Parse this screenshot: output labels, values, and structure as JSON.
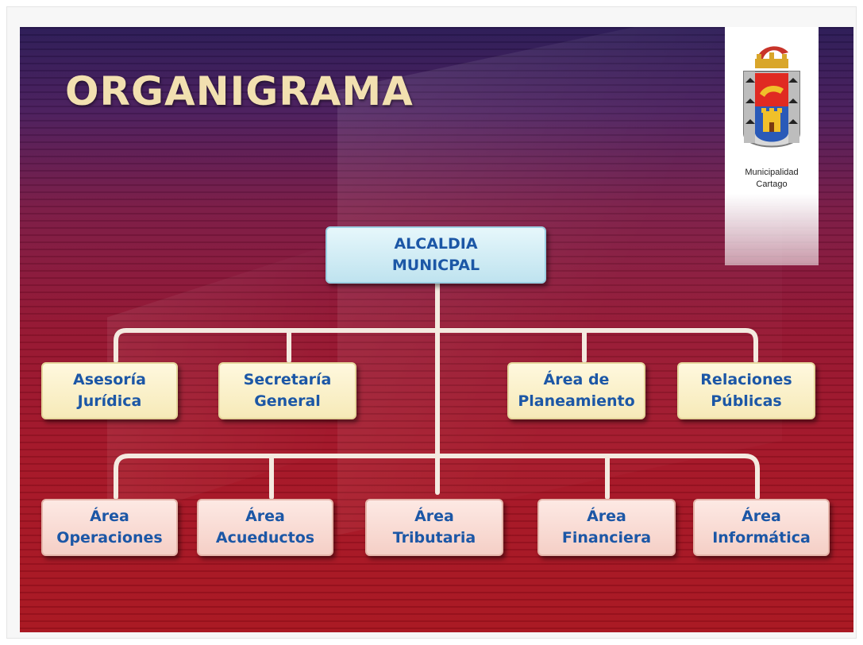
{
  "title": "ORGANIGRAMA",
  "logo": {
    "line1": "Municipalidad",
    "line2": "Cartago",
    "icon": "coat-of-arms"
  },
  "colors": {
    "title": "#f2e0b0",
    "box_text": "#1c57a6",
    "connector": "#f4eae0",
    "top_box": "#cdeaf3",
    "mid_box": "#fbf2cc",
    "bottom_box": "#fadbd3"
  },
  "top": {
    "line1": "ALCALDIA",
    "line2": "MUNICPAL"
  },
  "middle": [
    {
      "line1": "Asesoría",
      "line2": "Jurídica"
    },
    {
      "line1": "Secretaría",
      "line2": "General"
    },
    {
      "line1": "Área de",
      "line2": "Planeamiento"
    },
    {
      "line1": "Relaciones",
      "line2": "Públicas"
    }
  ],
  "bottom": [
    {
      "line1": "Área",
      "line2": "Operaciones"
    },
    {
      "line1": "Área",
      "line2": "Acueductos"
    },
    {
      "line1": "Área",
      "line2": "Tributaria"
    },
    {
      "line1": "Área",
      "line2": "Financiera"
    },
    {
      "line1": "Área",
      "line2": "Informática"
    }
  ]
}
